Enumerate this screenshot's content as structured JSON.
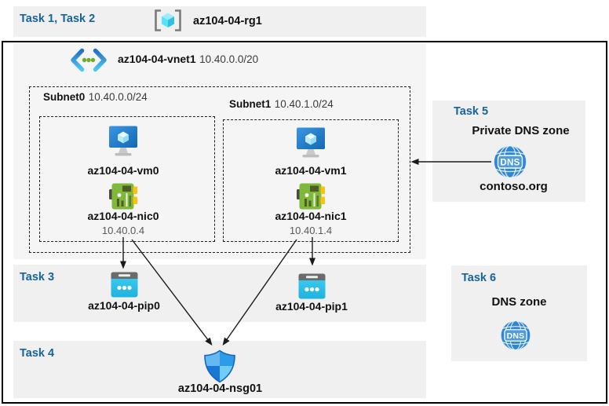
{
  "header": {
    "tasks_label": "Task 1, Task 2",
    "resource_group_name": "az104-04-rg1"
  },
  "vnet": {
    "name": "az104-04-vnet1",
    "cidr": "10.40.0.0/20"
  },
  "subnets": [
    {
      "name": "Subnet0",
      "cidr": "10.40.0.0/24",
      "vm_name": "az104-04-vm0",
      "nic_name": "az104-04-nic0",
      "nic_ip": "10.40.0.4"
    },
    {
      "name": "Subnet1",
      "cidr": "10.40.1.0/24",
      "vm_name": "az104-04-vm1",
      "nic_name": "az104-04-nic1",
      "nic_ip": "10.40.1.4"
    }
  ],
  "task3": {
    "label": "Task 3",
    "pip0_name": "az104-04-pip0",
    "pip1_name": "az104-04-pip1"
  },
  "task4": {
    "label": "Task 4",
    "nsg_name": "az104-04-nsg01"
  },
  "task5": {
    "label": "Task 5",
    "title": "Private DNS zone",
    "zone_name": "contoso.org",
    "dns_icon_text": "DNS"
  },
  "task6": {
    "label": "Task 6",
    "title": "DNS zone",
    "dns_icon_text": "DNS"
  },
  "colors": {
    "task_blue": "#17639C",
    "band_bg": "#F0F0F0",
    "vnet_bg": "#F5F5F5",
    "frame_border": "#000000",
    "dashed_border": "#1F1F1F",
    "label_text": "#111111",
    "secondary_text": "#3A3A3A",
    "ip_text": "#595959",
    "arrow": "#1A1A1A",
    "azure_blue": "#1B7CD4",
    "cyan_accent": "#2EC4EF",
    "nic_green": "#7FB83A",
    "nic_yellow": "#FFC10E",
    "dns_blue": "#2E86D6",
    "shield_blue": "#1B77D4"
  }
}
